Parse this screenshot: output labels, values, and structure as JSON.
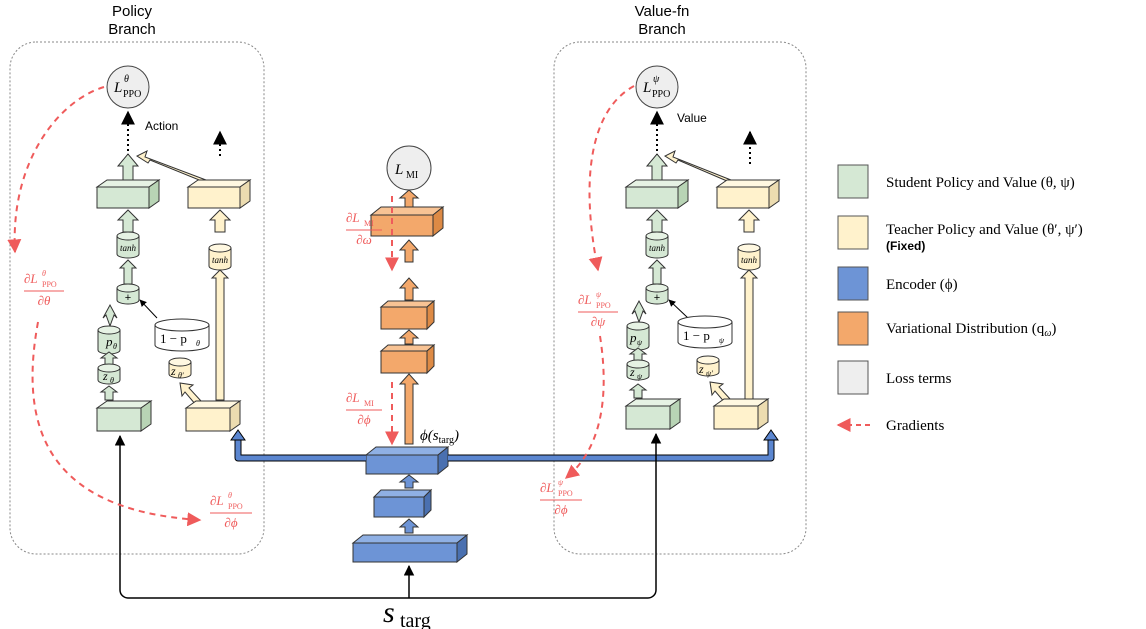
{
  "branches": {
    "policy": {
      "line1": "Policy",
      "line2": "Branch",
      "action_label": "Action"
    },
    "value": {
      "line1": "Value-fn",
      "line2": "Branch",
      "value_label": "Value"
    }
  },
  "nodes": {
    "loss_ppo_theta": "L",
    "loss_ppo_theta_sup": "θ",
    "loss_ppo_theta_sub": "PPO",
    "loss_ppo_psi": "L",
    "loss_ppo_psi_sup": "ψ",
    "loss_ppo_psi_sub": "PPO",
    "loss_mi": "L",
    "loss_mi_sub": "MI",
    "tanh": "tanh",
    "plus": "+",
    "p_theta": "p",
    "p_theta_sub": "θ",
    "one_minus_p_theta": "1 − p",
    "one_minus_p_theta_sub": "θ",
    "z_theta": "z",
    "z_theta_sub": "θ",
    "z_theta_prime_sub": "θ′",
    "p_psi": "p",
    "p_psi_sub": "ψ",
    "one_minus_p_psi": "1 − p",
    "one_minus_p_psi_sub": "ψ",
    "z_psi": "z",
    "z_psi_sub": "ψ",
    "z_psi_prime_sub": "ψ′",
    "phi_s": "ϕ(s",
    "phi_s_sub": "targ",
    "phi_s_close": ")",
    "s_targ": "s",
    "s_targ_sub": "targ"
  },
  "gradients": {
    "dL_theta_dtheta": {
      "num": "∂L",
      "sup": "θ",
      "sub": "PPO",
      "den": "∂θ"
    },
    "dL_theta_dphi": {
      "num": "∂L",
      "sup": "θ",
      "sub": "PPO",
      "den": "∂ϕ"
    },
    "dL_mi_domega": {
      "num": "∂L",
      "sub": "MI",
      "den": "∂ω"
    },
    "dL_mi_dphi": {
      "num": "∂L",
      "sub": "MI",
      "den": "∂ϕ"
    },
    "dL_psi_dpsi": {
      "num": "∂L",
      "sup": "ψ",
      "sub": "PPO",
      "den": "∂ψ"
    },
    "dL_psi_dphi": {
      "num": "∂L",
      "sup": "ψ",
      "sub": "PPO",
      "den": "∂ϕ"
    }
  },
  "legend": [
    {
      "label": "Student Policy and Value (θ, ψ)",
      "color": "#d5e8d4"
    },
    {
      "label": "Teacher Policy and Value (θ′, ψ′)",
      "sublabel": "(Fixed)",
      "color": "#fff2cc"
    },
    {
      "label": "Encoder (ϕ)",
      "color": "#6d94d6"
    },
    {
      "label": "Variational Distribution (q",
      "label_sub": "ω",
      "label_close": ")",
      "color": "#f3a86b"
    },
    {
      "label": "Loss terms",
      "color": "#eeeeee"
    },
    {
      "label": "Gradients",
      "color": "#ef5b5b"
    }
  ]
}
